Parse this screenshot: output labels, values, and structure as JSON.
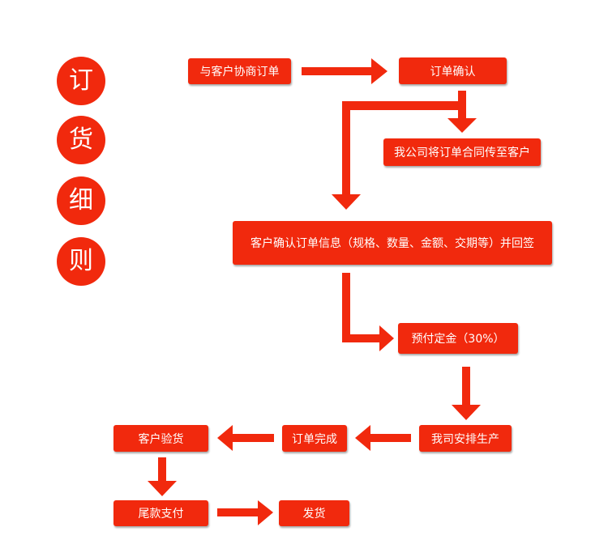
{
  "side_title": [
    "订",
    "货",
    "细",
    "则"
  ],
  "steps": {
    "negotiate": "与客户协商订单",
    "confirm": "订单确认",
    "send_contract": "我公司将订单合同传至客户",
    "customer_sign": "客户确认订单信息（规格、数量、金额、交期等）并回签",
    "deposit": "预付定金（30%）",
    "production": "我司安排生产",
    "complete": "订单完成",
    "inspect": "客户验货",
    "final_payment": "尾款支付",
    "ship": "发货"
  },
  "colors": {
    "accent": "#f1290d"
  }
}
